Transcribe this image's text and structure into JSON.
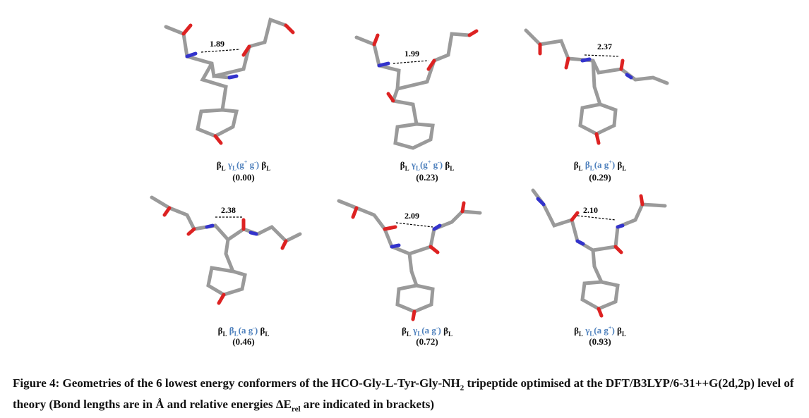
{
  "panels": [
    {
      "bond": "1.89",
      "l1": "β",
      "s1": "L",
      "l2": "γ",
      "s2": "L",
      "conf": "(g",
      "c1": "+",
      "mid": " g",
      "c2": "-",
      "tail": ")",
      "l3": "β",
      "s3": "L",
      "energy": "(0.00)"
    },
    {
      "bond": "1.99",
      "l1": "β",
      "s1": "L",
      "l2": "γ",
      "s2": "L",
      "conf": "(g",
      "c1": "+",
      "mid": " g",
      "c2": "-",
      "tail": ")",
      "l3": "β",
      "s3": "L",
      "energy": "(0.23)"
    },
    {
      "bond": "2.37",
      "l1": "β",
      "s1": "L",
      "l2": "β",
      "s2": "L",
      "conf": "(a g",
      "c1": "+",
      "mid": "",
      "c2": "",
      "tail": ")",
      "l3": "β",
      "s3": "L",
      "energy": "(0.29)"
    },
    {
      "bond": "2.38",
      "l1": "β",
      "s1": "L",
      "l2": "β",
      "s2": "L",
      "conf": "(a g",
      "c1": "-",
      "mid": "",
      "c2": "",
      "tail": ")",
      "l3": "β",
      "s3": "L",
      "energy": "(0.46)"
    },
    {
      "bond": "2.09",
      "l1": "β",
      "s1": "L",
      "l2": "γ",
      "s2": "L",
      "conf": "(a g",
      "c1": "-",
      "mid": "",
      "c2": "",
      "tail": ")",
      "l3": "β",
      "s3": "L",
      "energy": "(0.72)"
    },
    {
      "bond": "2.10",
      "l1": "β",
      "s1": "L",
      "l2": "γ",
      "s2": "L",
      "conf": "(a g",
      "c1": "+",
      "mid": "",
      "c2": "",
      "tail": ")",
      "l3": "β",
      "s3": "L",
      "energy": "(0.93)"
    }
  ],
  "caption": {
    "part1": "Figure 4: Geometries of the 6 lowest energy conformers of the HCO-Gly-L-Tyr-Gly-NH",
    "sub1": "2",
    "part2": " tripeptide optimised at the DFT/B3LYP/6-31++G(2d,2p) level of theory (Bond lengths are in Å and relative energies ΔE",
    "sub2": "rel",
    "part3": " are indicated in brackets)"
  }
}
